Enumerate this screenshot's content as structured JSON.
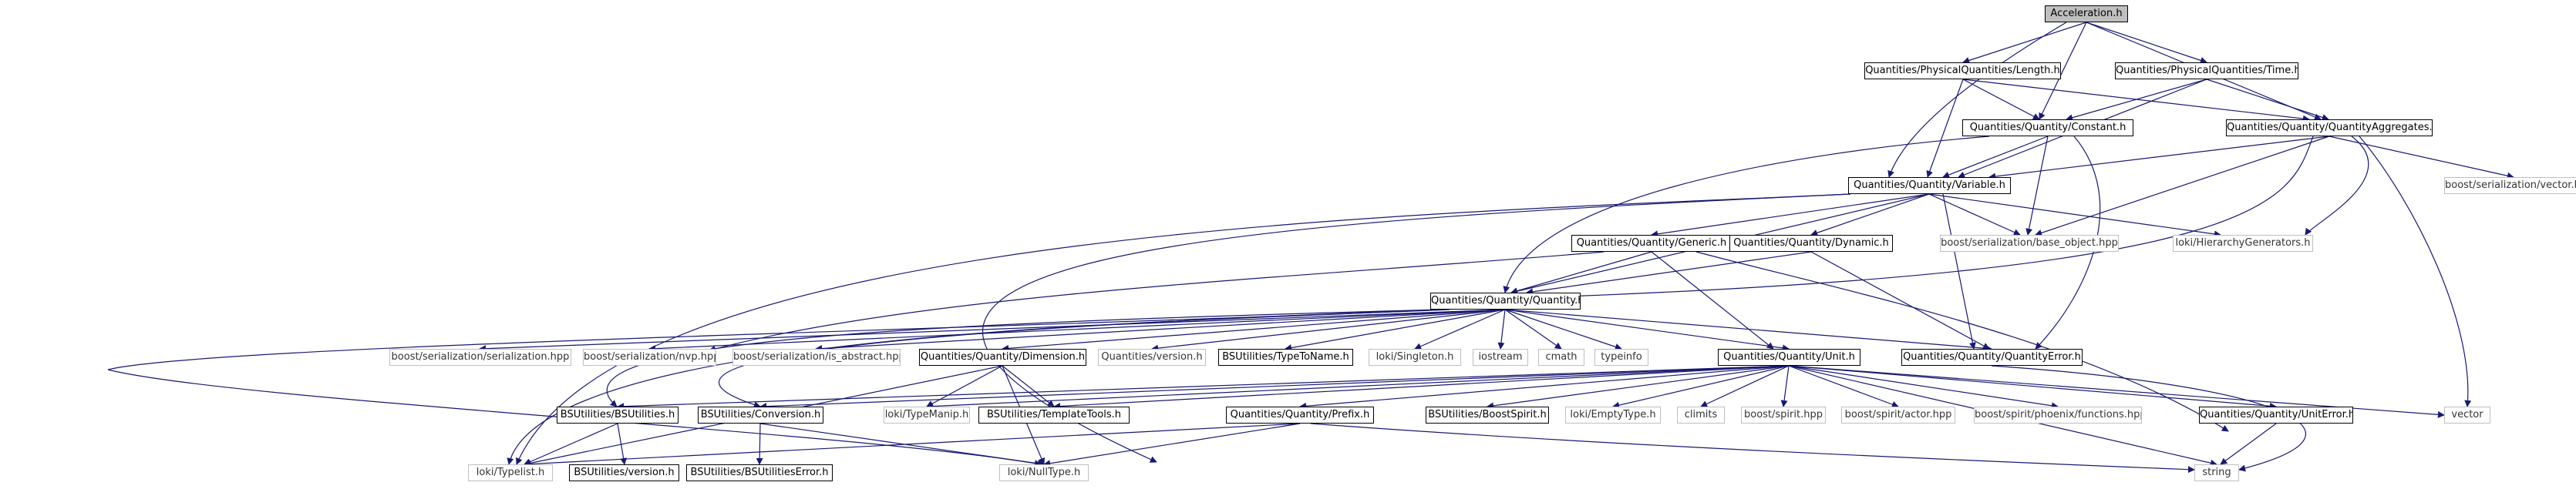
{
  "nodes": {
    "n0": "Acceleration.h",
    "n1": "Quantities/PhysicalQuantities/Length.h",
    "n2": "Quantities/PhysicalQuantities/Time.h",
    "n3": "Quantities/Quantity/Constant.h",
    "n4": "Quantities/Quantity/QuantityAggregates.h",
    "n5": "Quantities/Quantity/Variable.h",
    "n6": "boost/serialization/vector.hpp",
    "n7": "Quantities/Quantity/Generic.h",
    "n8": "Quantities/Quantity/Dynamic.h",
    "n9": "boost/serialization/base_object.hpp",
    "n10": "loki/HierarchyGenerators.h",
    "n11": "Quantities/Quantity/Quantity.h",
    "n12": "boost/serialization/serialization.hpp",
    "n13": "boost/serialization/nvp.hpp",
    "n14": "boost/serialization/is_abstract.hpp",
    "n15": "Quantities/Quantity/Dimension.h",
    "n16": "Quantities/version.h",
    "n17": "BSUtilities/TypeToName.h",
    "n18": "loki/Singleton.h",
    "n19": "iostream",
    "n20": "cmath",
    "n21": "typeinfo",
    "n22": "Quantities/Quantity/Unit.h",
    "n23": "Quantities/Quantity/QuantityError.h",
    "n24": "BSUtilities/BSUtilities.h",
    "n25": "BSUtilities/Conversion.h",
    "n26": "loki/TypeManip.h",
    "n27": "BSUtilities/TemplateTools.h",
    "n28": "Quantities/Quantity/Prefix.h",
    "n29": "BSUtilities/BoostSpirit.h",
    "n30": "loki/EmptyType.h",
    "n31": "climits",
    "n32": "boost/spirit.hpp",
    "n33": "boost/spirit/actor.hpp",
    "n34": "boost/spirit/phoenix/functions.hpp",
    "n35": "Quantities/Quantity/UnitError.h",
    "n36": "vector",
    "n37": "loki/Typelist.h",
    "n38": "BSUtilities/version.h",
    "n39": "BSUtilities/BSUtilitiesError.h",
    "n40": "loki/NullType.h",
    "n41": "string"
  },
  "colors": {
    "edge": "#191970",
    "node_border": "#000000",
    "external_border": "#bfbfbf",
    "root_fill": "#bfbfbf"
  }
}
